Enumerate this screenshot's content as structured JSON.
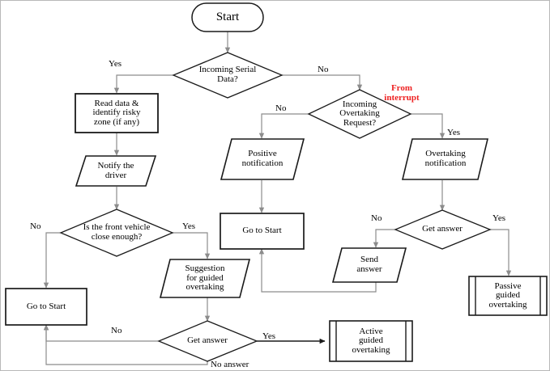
{
  "diagram": {
    "title": "Overtaking assistance flowchart",
    "colors": {
      "stroke": "#1a1a1a",
      "connector": "#8c8c8c",
      "note": "#ee2222",
      "background": "#ffffff"
    },
    "nodes": [
      {
        "id": "start",
        "shape": "terminator",
        "label": "Start"
      },
      {
        "id": "incoming-serial",
        "shape": "decision",
        "label": "Incoming Serial\nData?"
      },
      {
        "id": "read-data",
        "shape": "process",
        "label": "Read data &\nidentify risky\nzone (if any)"
      },
      {
        "id": "notify-driver",
        "shape": "io",
        "label": "Notify the\ndriver"
      },
      {
        "id": "front-vehicle",
        "shape": "decision",
        "label": "Is the front vehicle\nclose enough?"
      },
      {
        "id": "go-to-start-left",
        "shape": "process",
        "label": "Go to Start"
      },
      {
        "id": "suggestion",
        "shape": "io",
        "label": "Suggestion\nfor guided\novertaking"
      },
      {
        "id": "get-answer-bottom",
        "shape": "decision",
        "label": "Get answer"
      },
      {
        "id": "active-guided",
        "shape": "predefined",
        "label": "Active\nguided\novertaking"
      },
      {
        "id": "incoming-request",
        "shape": "decision",
        "label": "Incoming\nOvertaking\nRequest?"
      },
      {
        "id": "positive-notif",
        "shape": "io",
        "label": "Positive\nnotification"
      },
      {
        "id": "go-to-start-mid",
        "shape": "process",
        "label": "Go to Start"
      },
      {
        "id": "overtaking-notif",
        "shape": "io",
        "label": "Overtaking\nnotification"
      },
      {
        "id": "get-answer-right",
        "shape": "decision",
        "label": "Get answer"
      },
      {
        "id": "send-answer",
        "shape": "io",
        "label": "Send\nanswer"
      },
      {
        "id": "passive-guided",
        "shape": "predefined",
        "label": "Passive\nguided\novertaking"
      }
    ],
    "edge_labels": [
      {
        "id": "serial-yes",
        "label": "Yes"
      },
      {
        "id": "serial-no",
        "label": "No"
      },
      {
        "id": "request-no",
        "label": "No"
      },
      {
        "id": "request-yes",
        "label": "Yes"
      },
      {
        "id": "front-no",
        "label": "No"
      },
      {
        "id": "front-yes",
        "label": "Yes"
      },
      {
        "id": "answer-right-no",
        "label": "No"
      },
      {
        "id": "answer-right-yes",
        "label": "Yes"
      },
      {
        "id": "answer-bottom-no",
        "label": "No"
      },
      {
        "id": "answer-bottom-yes",
        "label": "Yes"
      },
      {
        "id": "answer-bottom-none",
        "label": "No answer"
      }
    ],
    "annotations": [
      {
        "id": "from-interrupt",
        "label": "From\ninterrupt",
        "color": "#ee2222"
      }
    ]
  }
}
